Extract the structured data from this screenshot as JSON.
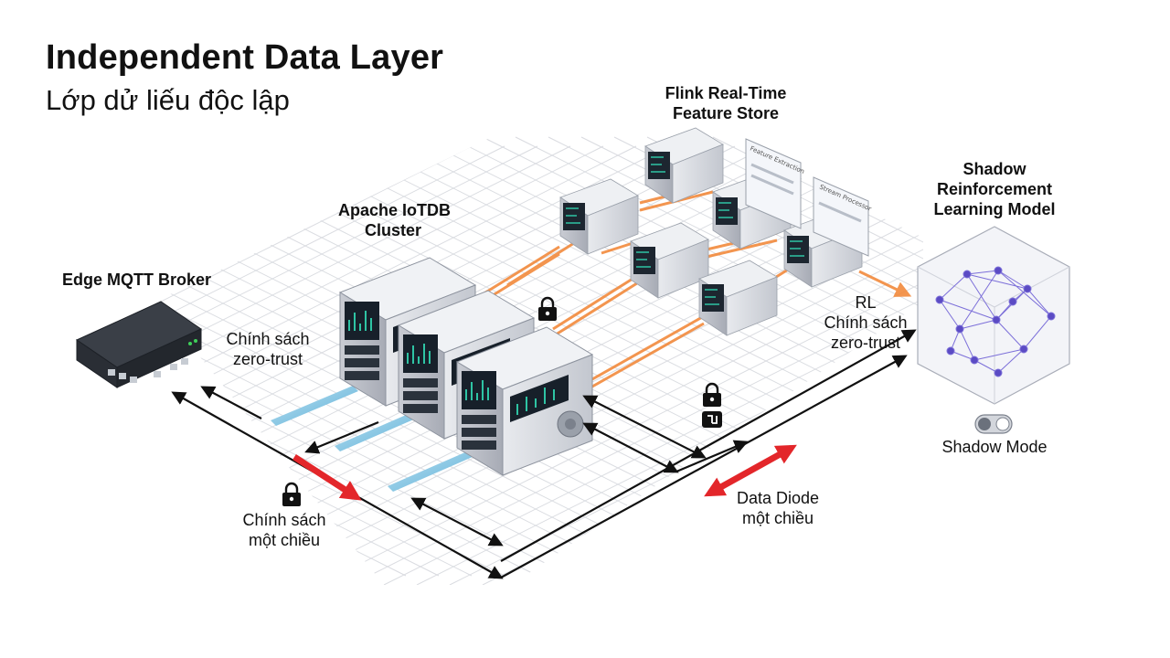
{
  "title": "Independent Data Layer",
  "subtitle": "Lớp dử liếu độc lập",
  "nodes": {
    "edge_broker": "Edge MQTT Broker",
    "iotdb": [
      "Apache IoTDB",
      "Cluster"
    ],
    "flink": [
      "Flink Real-Time",
      "Feature Store"
    ],
    "shadow_rl": [
      "Shadow",
      "Reinforcement",
      "Learning Model"
    ]
  },
  "labels": {
    "zero_trust_left": [
      "Chính sách",
      "zero-trust"
    ],
    "zero_trust_right": [
      "RL",
      "Chính sách",
      "zero-trust"
    ],
    "one_way_policy": [
      "Chính sách",
      "một chiều"
    ],
    "data_diode": [
      "Data Diode",
      "một chiều"
    ],
    "shadow_mode": "Shadow Mode"
  },
  "panels": {
    "panel_1": "Feature Extraction",
    "panel_2": "Stream Processor"
  },
  "icons": [
    "lock-icon",
    "toggle-icon",
    "hexagon-cube-icon",
    "neural-network-icon"
  ],
  "colors": {
    "orange_link": "#f28a3c",
    "red_diode": "#e3262a",
    "teal_cable": "#5aaed6",
    "screen_green": "#2ec4a4",
    "network_purple": "#6a5acd"
  }
}
